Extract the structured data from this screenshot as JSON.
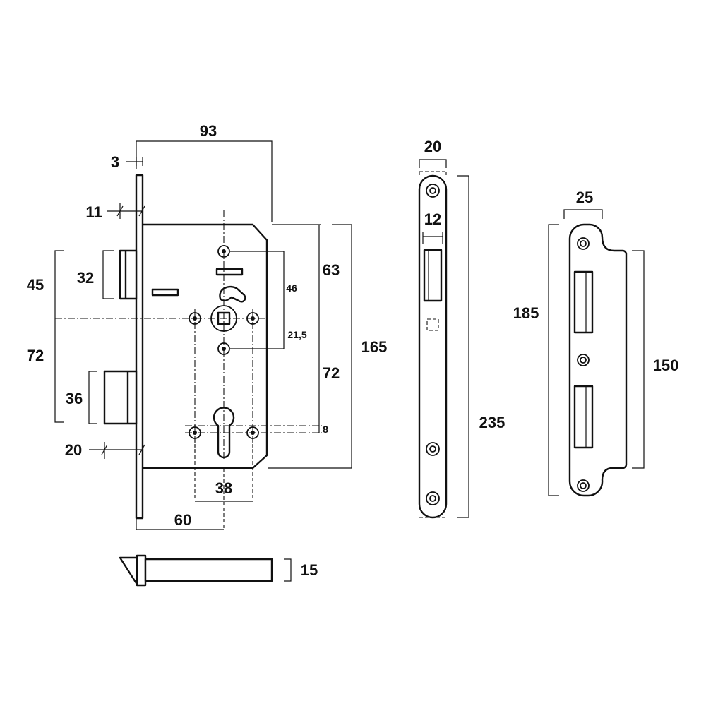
{
  "lock_body": {
    "dims": {
      "backset_width": "93",
      "faceplate_thickness": "3",
      "offset_11": "11",
      "latch_zone": "45",
      "latch_height": "32",
      "lower_zone": "72",
      "deadbolt_height": "36",
      "offset_20": "20",
      "to_spindle": "63",
      "follower_spacing": "46",
      "spindle_offset": "21,5",
      "center_distance": "72",
      "case_height": "165",
      "cylinder_offset": "8",
      "screw_spacing": "38",
      "backset": "60"
    }
  },
  "faceplate": {
    "dims": {
      "width": "20",
      "latch_width": "12",
      "length": "235"
    }
  },
  "strike_plate": {
    "dims": {
      "width": "25",
      "length": "185",
      "box_length": "150"
    }
  },
  "bolt": {
    "dims": {
      "thickness": "15"
    }
  }
}
